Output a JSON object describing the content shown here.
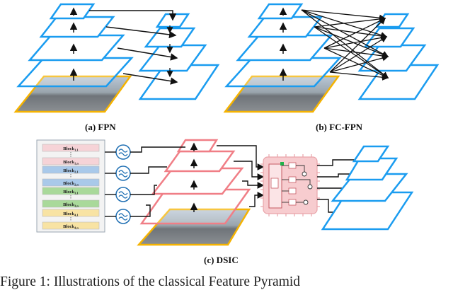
{
  "subfigures": {
    "a": "(a) FPN",
    "b": "(b) FC-FPN",
    "c": "(c)  DSIC"
  },
  "blocks": [
    {
      "label": "Block",
      "sub": "1,1",
      "color": "#f6d3d7"
    },
    {
      "label": "Block",
      "sub": "1,n",
      "color": "#f6d3d7"
    },
    {
      "label": "Block",
      "sub": "2,1",
      "color": "#a9c9ea"
    },
    {
      "label": "Block",
      "sub": "2,n",
      "color": "#a9c9ea"
    },
    {
      "label": "Block",
      "sub": "3,1",
      "color": "#a9d99a"
    },
    {
      "label": "Block",
      "sub": "3,n",
      "color": "#a9d99a"
    },
    {
      "label": "Block",
      "sub": "4,1",
      "color": "#f8e3a3"
    },
    {
      "label": "Block",
      "sub": "4,n",
      "color": "#f8e3a3"
    }
  ],
  "caption": "Figure 1: Illustrations of the classical Feature Pyramid",
  "colors": {
    "blue": "#1a9cf0",
    "pink": "#f07e86",
    "orange": "#f5b301",
    "module": "#f7cccf",
    "arrow": "#111111"
  }
}
